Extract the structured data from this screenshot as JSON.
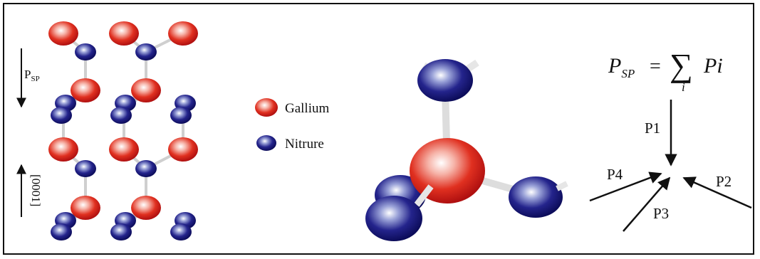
{
  "colors": {
    "gallium": "#d81e1e",
    "nitrogen": "#14147a",
    "bond": "#dddddd",
    "text": "#111111"
  },
  "crystal": {
    "polarization_label": "P",
    "polarization_sub": "SP",
    "direction_label": "[0001]"
  },
  "legend": {
    "gallium_label": "Gallium",
    "nitrogen_label": "Nitrure"
  },
  "formula": {
    "lhs_main": "P",
    "lhs_sub": "SP",
    "equals": "=",
    "sum_symbol": "∑",
    "sum_index": "i",
    "rhs": "Pi"
  },
  "vectors": {
    "p1": "P1",
    "p2": "P2",
    "p3": "P3",
    "p4": "P4"
  }
}
